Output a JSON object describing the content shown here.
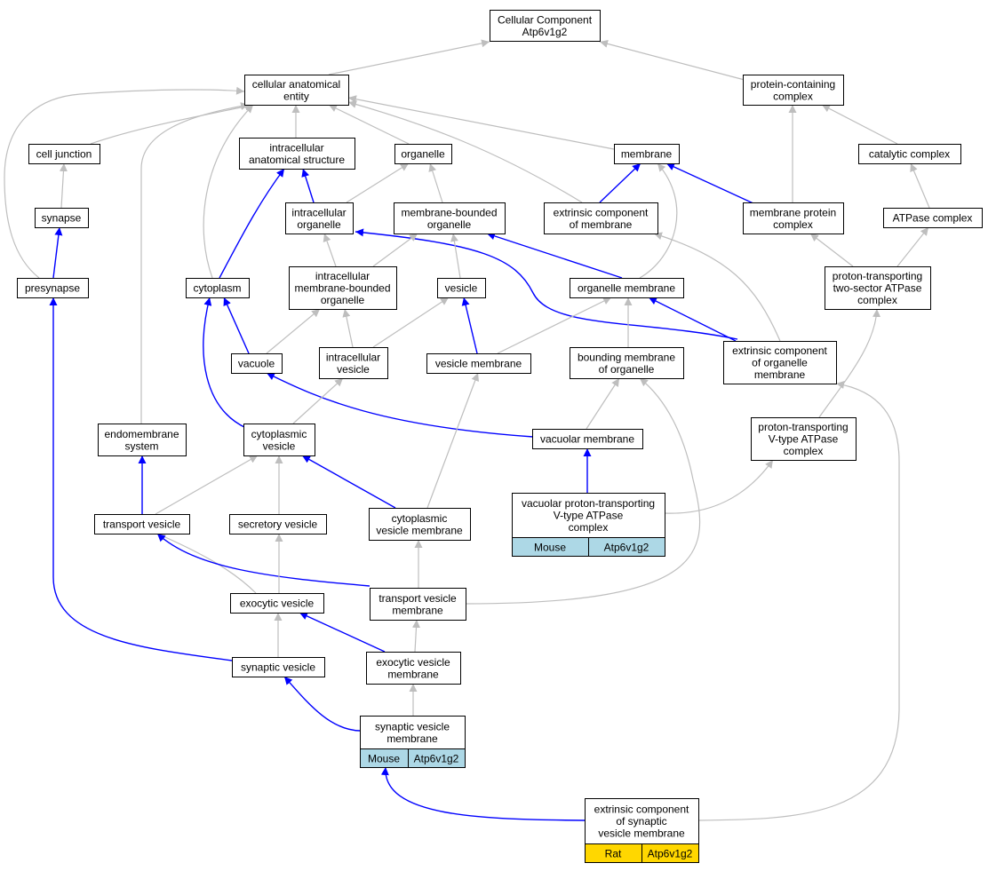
{
  "graph": {
    "colors": {
      "node_border": "#000000",
      "node_fill": "#ffffff",
      "gray_edge": "#bebebe",
      "blue_edge": "#0000ff",
      "mouse_fill": "#add8e6",
      "rat_fill": "#ffd700"
    },
    "nodes": [
      {
        "id": "root",
        "lines": [
          "Cellular Component",
          "Atp6v1g2"
        ]
      },
      {
        "id": "cae",
        "lines": [
          "cellular anatomical",
          "entity"
        ]
      },
      {
        "id": "pcc",
        "lines": [
          "protein-containing",
          "complex"
        ]
      },
      {
        "id": "cj",
        "lines": [
          "cell junction"
        ]
      },
      {
        "id": "ias",
        "lines": [
          "intracellular",
          "anatomical structure"
        ]
      },
      {
        "id": "org",
        "lines": [
          "organelle"
        ]
      },
      {
        "id": "mem",
        "lines": [
          "membrane"
        ]
      },
      {
        "id": "cat",
        "lines": [
          "catalytic complex"
        ]
      },
      {
        "id": "syn",
        "lines": [
          "synapse"
        ]
      },
      {
        "id": "io",
        "lines": [
          "intracellular",
          "organelle"
        ]
      },
      {
        "id": "mbo",
        "lines": [
          "membrane-bounded",
          "organelle"
        ]
      },
      {
        "id": "ecm",
        "lines": [
          "extrinsic component",
          "of membrane"
        ]
      },
      {
        "id": "mpc",
        "lines": [
          "membrane protein",
          "complex"
        ]
      },
      {
        "id": "atpc",
        "lines": [
          "ATPase complex"
        ]
      },
      {
        "id": "pre",
        "lines": [
          "presynapse"
        ]
      },
      {
        "id": "cyt",
        "lines": [
          "cytoplasm"
        ]
      },
      {
        "id": "imbo",
        "lines": [
          "intracellular",
          "membrane-bounded",
          "organelle"
        ]
      },
      {
        "id": "ves",
        "lines": [
          "vesicle"
        ]
      },
      {
        "id": "om",
        "lines": [
          "organelle membrane"
        ]
      },
      {
        "id": "pt2",
        "lines": [
          "proton-transporting",
          "two-sector ATPase",
          "complex"
        ]
      },
      {
        "id": "vac",
        "lines": [
          "vacuole"
        ]
      },
      {
        "id": "iv",
        "lines": [
          "intracellular",
          "vesicle"
        ]
      },
      {
        "id": "vm",
        "lines": [
          "vesicle membrane"
        ]
      },
      {
        "id": "bmo",
        "lines": [
          "bounding membrane",
          "of organelle"
        ]
      },
      {
        "id": "ecom",
        "lines": [
          "extrinsic component",
          "of organelle",
          "membrane"
        ]
      },
      {
        "id": "ems",
        "lines": [
          "endomembrane",
          "system"
        ]
      },
      {
        "id": "cv",
        "lines": [
          "cytoplasmic",
          "vesicle"
        ]
      },
      {
        "id": "vacm",
        "lines": [
          "vacuolar membrane"
        ]
      },
      {
        "id": "ptv",
        "lines": [
          "proton-transporting",
          "V-type ATPase",
          "complex"
        ]
      },
      {
        "id": "tv",
        "lines": [
          "transport vesicle"
        ]
      },
      {
        "id": "sv",
        "lines": [
          "secretory vesicle"
        ]
      },
      {
        "id": "cvm",
        "lines": [
          "cytoplasmic",
          "vesicle membrane"
        ]
      },
      {
        "id": "vptv",
        "lines": [
          "vacuolar proton-transporting",
          "V-type ATPase",
          "complex"
        ],
        "annotations": [
          {
            "species": "Mouse",
            "gene": "Atp6v1g2"
          }
        ]
      },
      {
        "id": "exv",
        "lines": [
          "exocytic vesicle"
        ]
      },
      {
        "id": "tvm",
        "lines": [
          "transport vesicle",
          "membrane"
        ]
      },
      {
        "id": "synv",
        "lines": [
          "synaptic vesicle"
        ]
      },
      {
        "id": "evm",
        "lines": [
          "exocytic vesicle",
          "membrane"
        ]
      },
      {
        "id": "svm",
        "lines": [
          "synaptic vesicle",
          "membrane"
        ],
        "annotations": [
          {
            "species": "Mouse",
            "gene": "Atp6v1g2"
          }
        ]
      },
      {
        "id": "ecsvm",
        "lines": [
          "extrinsic component",
          "of synaptic",
          "vesicle membrane"
        ],
        "annotations": [
          {
            "species": "Rat",
            "gene": "Atp6v1g2"
          }
        ]
      }
    ],
    "edges": [
      {
        "from": "cae",
        "to": "root",
        "color": "gray"
      },
      {
        "from": "pcc",
        "to": "root",
        "color": "gray"
      },
      {
        "from": "cj",
        "to": "cae",
        "color": "gray"
      },
      {
        "from": "ias",
        "to": "cae",
        "color": "gray"
      },
      {
        "from": "org",
        "to": "cae",
        "color": "gray"
      },
      {
        "from": "mem",
        "to": "cae",
        "color": "gray"
      },
      {
        "from": "ecm",
        "to": "cae",
        "color": "gray"
      },
      {
        "from": "pre",
        "to": "cae",
        "color": "gray"
      },
      {
        "from": "cyt",
        "to": "cae",
        "color": "gray"
      },
      {
        "from": "ems",
        "to": "cae",
        "color": "gray"
      },
      {
        "from": "cat",
        "to": "pcc",
        "color": "gray"
      },
      {
        "from": "mpc",
        "to": "pcc",
        "color": "gray"
      },
      {
        "from": "syn",
        "to": "cj",
        "color": "gray"
      },
      {
        "from": "pre",
        "to": "syn",
        "color": "blue"
      },
      {
        "from": "io",
        "to": "ias",
        "color": "blue"
      },
      {
        "from": "cyt",
        "to": "ias",
        "color": "blue"
      },
      {
        "from": "io",
        "to": "org",
        "color": "gray"
      },
      {
        "from": "mbo",
        "to": "org",
        "color": "gray"
      },
      {
        "from": "ecm",
        "to": "mem",
        "color": "blue"
      },
      {
        "from": "mpc",
        "to": "mem",
        "color": "blue"
      },
      {
        "from": "om",
        "to": "mem",
        "color": "gray"
      },
      {
        "from": "atpc",
        "to": "cat",
        "color": "gray"
      },
      {
        "from": "pt2",
        "to": "atpc",
        "color": "gray"
      },
      {
        "from": "pt2",
        "to": "mpc",
        "color": "gray"
      },
      {
        "from": "imbo",
        "to": "io",
        "color": "gray"
      },
      {
        "from": "ecom",
        "to": "io",
        "color": "blue"
      },
      {
        "from": "imbo",
        "to": "mbo",
        "color": "gray"
      },
      {
        "from": "ves",
        "to": "mbo",
        "color": "gray"
      },
      {
        "from": "om",
        "to": "mbo",
        "color": "blue"
      },
      {
        "from": "ecom",
        "to": "ecm",
        "color": "gray"
      },
      {
        "from": "vac",
        "to": "cyt",
        "color": "blue"
      },
      {
        "from": "cv",
        "to": "cyt",
        "color": "blue"
      },
      {
        "from": "vac",
        "to": "imbo",
        "color": "gray"
      },
      {
        "from": "iv",
        "to": "imbo",
        "color": "gray"
      },
      {
        "from": "iv",
        "to": "ves",
        "color": "gray"
      },
      {
        "from": "vm",
        "to": "ves",
        "color": "blue"
      },
      {
        "from": "vm",
        "to": "om",
        "color": "gray"
      },
      {
        "from": "bmo",
        "to": "om",
        "color": "gray"
      },
      {
        "from": "ecom",
        "to": "om",
        "color": "blue"
      },
      {
        "from": "ptv",
        "to": "pt2",
        "color": "gray"
      },
      {
        "from": "vacm",
        "to": "vac",
        "color": "blue"
      },
      {
        "from": "cv",
        "to": "iv",
        "color": "gray"
      },
      {
        "from": "cvm",
        "to": "vm",
        "color": "gray"
      },
      {
        "from": "vacm",
        "to": "bmo",
        "color": "gray"
      },
      {
        "from": "tvm",
        "to": "bmo",
        "color": "gray"
      },
      {
        "from": "tv",
        "to": "ems",
        "color": "blue"
      },
      {
        "from": "tv",
        "to": "cv",
        "color": "gray"
      },
      {
        "from": "sv",
        "to": "cv",
        "color": "gray"
      },
      {
        "from": "cvm",
        "to": "cv",
        "color": "blue"
      },
      {
        "from": "vptv",
        "to": "vacm",
        "color": "blue"
      },
      {
        "from": "vptv",
        "to": "ptv",
        "color": "gray"
      },
      {
        "from": "exv",
        "to": "tv",
        "color": "gray"
      },
      {
        "from": "tvm",
        "to": "tv",
        "color": "blue"
      },
      {
        "from": "exv",
        "to": "sv",
        "color": "gray"
      },
      {
        "from": "tvm",
        "to": "cvm",
        "color": "gray"
      },
      {
        "from": "synv",
        "to": "exv",
        "color": "gray"
      },
      {
        "from": "evm",
        "to": "exv",
        "color": "blue"
      },
      {
        "from": "evm",
        "to": "tvm",
        "color": "gray"
      },
      {
        "from": "synv",
        "to": "pre",
        "color": "blue"
      },
      {
        "from": "svm",
        "to": "synv",
        "color": "blue"
      },
      {
        "from": "svm",
        "to": "evm",
        "color": "gray"
      },
      {
        "from": "ecsvm",
        "to": "svm",
        "color": "blue"
      },
      {
        "from": "ecsvm",
        "to": "ecom",
        "color": "gray"
      }
    ]
  }
}
